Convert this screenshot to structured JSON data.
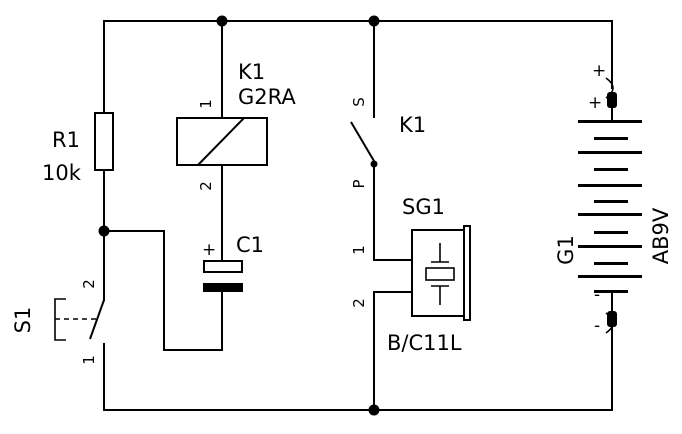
{
  "labels": {
    "r1_ref": "R1",
    "r1_value": "10k",
    "k1_ref": "K1",
    "k1_model": "G2RA",
    "k1_contact_ref": "K1",
    "c1_ref": "C1",
    "sg1_ref": "SG1",
    "sg1_model": "B/C11L",
    "s1_ref": "S1",
    "g1_ref": "G1",
    "g1_model": "AB9V"
  },
  "pins": {
    "k1_coil_1": "1",
    "k1_coil_2": "2",
    "k1_contact_s": "S",
    "k1_contact_p": "P",
    "sg1_pin1": "1",
    "sg1_pin2": "2",
    "s1_pin2": "2",
    "s1_pin1": "1"
  },
  "polarity": {
    "c1_plus": "+",
    "g1_plus_outer": "+",
    "g1_plus_inner": "+",
    "g1_minus_outer": "-",
    "g1_minus_inner": "-"
  },
  "colors": {
    "ink": "#000000",
    "background": "#ffffff"
  }
}
